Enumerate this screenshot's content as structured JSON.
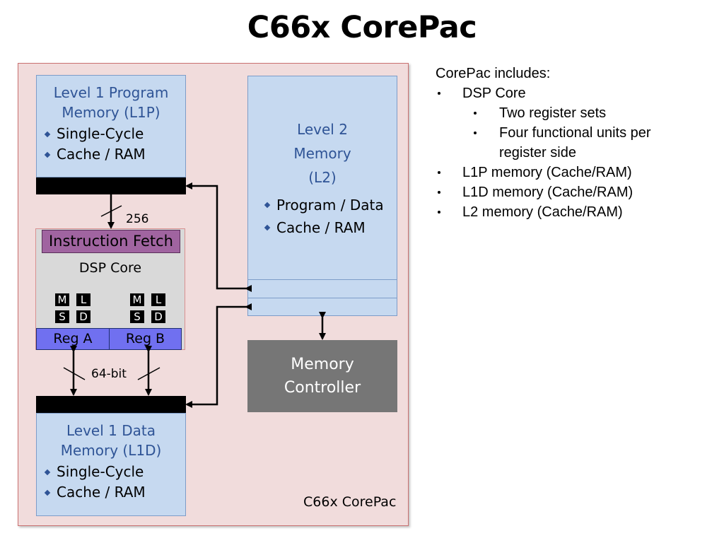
{
  "slide": {
    "title": "C66x CorePac"
  },
  "diagram": {
    "corepac_label": "C66x CorePac",
    "l1p": {
      "title_line1": "Level 1 Program",
      "title_line2": "Memory (L1P)",
      "bullets": [
        "Single-Cycle",
        "Cache / RAM"
      ]
    },
    "l2": {
      "title_line1": "Level 2",
      "title_line2": "Memory",
      "title_line3": "(L2)",
      "bullets": [
        "Program / Data",
        "Cache / RAM"
      ]
    },
    "l1d": {
      "title_line1": "Level 1 Data",
      "title_line2": "Memory (L1D)",
      "bullets": [
        "Single-Cycle",
        "Cache / RAM"
      ]
    },
    "instruction_fetch": "Instruction Fetch",
    "dsp_core": "DSP Core",
    "units_a": [
      "M",
      "L",
      "S",
      "D"
    ],
    "units_b": [
      "M",
      "L",
      "S",
      "D"
    ],
    "reg_a": "Reg A",
    "reg_b": "Reg B",
    "bus_256": "256",
    "bus_64": "64-bit",
    "memory_controller_line1": "Memory",
    "memory_controller_line2": "Controller"
  },
  "sidebar": {
    "heading": "CorePac includes:",
    "items": [
      {
        "text": "DSP Core",
        "sub": [
          "Two register sets",
          "Four functional units per register side"
        ]
      },
      {
        "text": "L1P memory (Cache/RAM)"
      },
      {
        "text": "L1D memory (Cache/RAM)"
      },
      {
        "text": "L2 memory (Cache/RAM)"
      }
    ]
  }
}
